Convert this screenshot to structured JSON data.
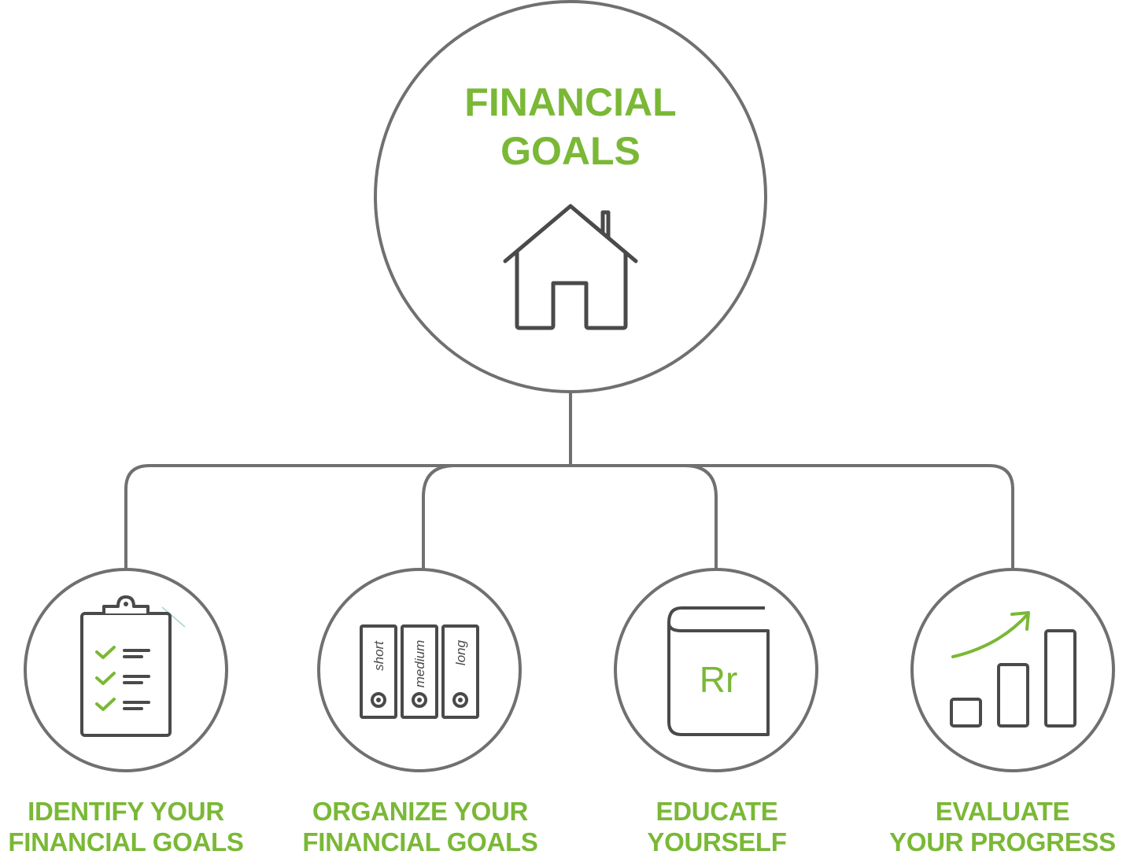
{
  "root": {
    "title_line1": "FINANCIAL",
    "title_line2": "GOALS",
    "icon": "house-icon"
  },
  "steps": [
    {
      "line1": "IDENTIFY YOUR",
      "line2": "FINANCIAL GOALS",
      "icon": "clipboard-checklist-icon"
    },
    {
      "line1": "ORGANIZE YOUR",
      "line2": "FINANCIAL GOALS",
      "icon": "binders-icon",
      "binder_labels": [
        "short",
        "medium",
        "long"
      ]
    },
    {
      "line1": "EDUCATE",
      "line2": "YOURSELF",
      "icon": "book-icon",
      "book_text": "Rr"
    },
    {
      "line1": "EVALUATE",
      "line2": "YOUR PROGRESS",
      "icon": "growth-chart-icon"
    }
  ],
  "colors": {
    "accent": "#7ab836",
    "stroke": "#707070",
    "icon": "#4a4a4a"
  }
}
